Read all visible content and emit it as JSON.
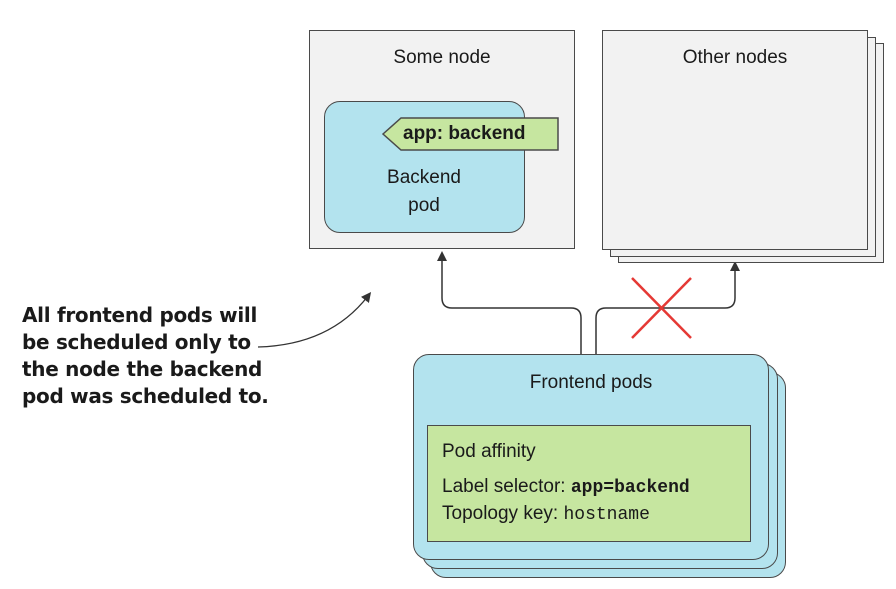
{
  "some_node": {
    "title": "Some node"
  },
  "backend_pod": {
    "label_tag": "app: backend",
    "name_line1": "Backend",
    "name_line2": "pod"
  },
  "other_nodes": {
    "title": "Other nodes"
  },
  "frontend_pods": {
    "title": "Frontend pods",
    "affinity": {
      "heading": "Pod affinity",
      "selector_label": "Label selector: ",
      "selector_value": "app=backend",
      "topology_label": "Topology key: ",
      "topology_value": "hostname"
    }
  },
  "annotation": {
    "lines": [
      "All frontend pods will",
      "be scheduled only to",
      "the node the backend",
      "pod was scheduled to."
    ]
  },
  "colors": {
    "pod_fill": "#b3e3ee",
    "affinity_fill": "#c6e6a0",
    "node_fill": "#f2f2f2",
    "cross": "#e53935"
  }
}
